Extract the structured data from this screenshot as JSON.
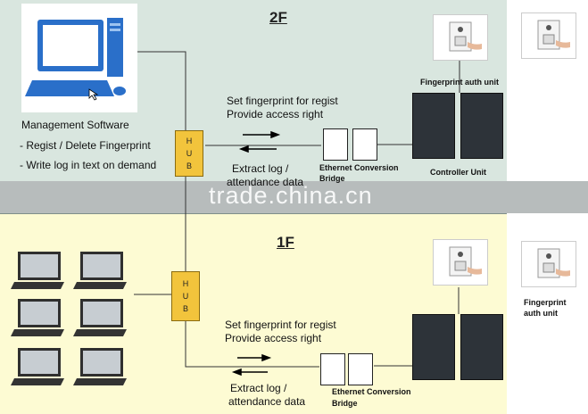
{
  "floor_2f": {
    "label": "2F",
    "software_title": "Management Software",
    "bullets": [
      "-  Regist / Delete Fingerprint",
      "-  Write log in text on demand"
    ],
    "hub_letters": [
      "H",
      "U",
      "B"
    ],
    "set_line1": "Set fingerprint for regist",
    "set_line2": "Provide access right",
    "extract_line1": "Extract log /",
    "extract_line2": "attendance data",
    "bridge_line1": "Ethernet Conversion",
    "bridge_line2": "Bridge",
    "fp_unit_label": "Fingerprint auth unit",
    "controller_label": "Controller Unit"
  },
  "floor_1f": {
    "label": "1F",
    "hub_letters": [
      "H",
      "U",
      "B"
    ],
    "set_line1": "Set fingerprint for regist",
    "set_line2": "Provide access right",
    "extract_line1": "Extract log /",
    "extract_line2": "attendance data",
    "bridge_line1": "Ethernet Conversion",
    "bridge_line2": "Bridge",
    "fp_unit_line1": "Fingerprint",
    "fp_unit_line2": "auth unit"
  },
  "watermark": "trade.china.cn",
  "colors": {
    "panel_2f": "#d9e6df",
    "panel_1f": "#fdfbd3",
    "hub": "#f2c43c",
    "controller": "#2d3339"
  }
}
